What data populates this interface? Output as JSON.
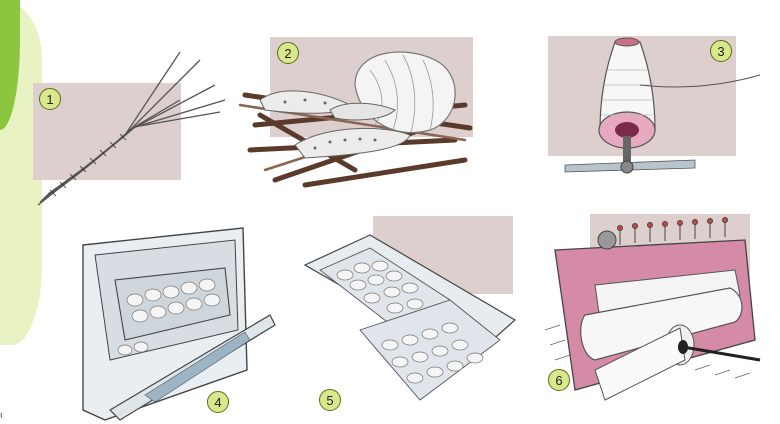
{
  "steps": [
    {
      "number": "1"
    },
    {
      "number": "2"
    },
    {
      "number": "3"
    },
    {
      "number": "4"
    },
    {
      "number": "5"
    },
    {
      "number": "6"
    }
  ],
  "colors": {
    "accent_green": "#8cc63f",
    "accent_light": "#e9f2c3",
    "panel_bg": "#dccfcd",
    "badge": "#d9e88a",
    "machine_pink": "#d58aa8"
  }
}
